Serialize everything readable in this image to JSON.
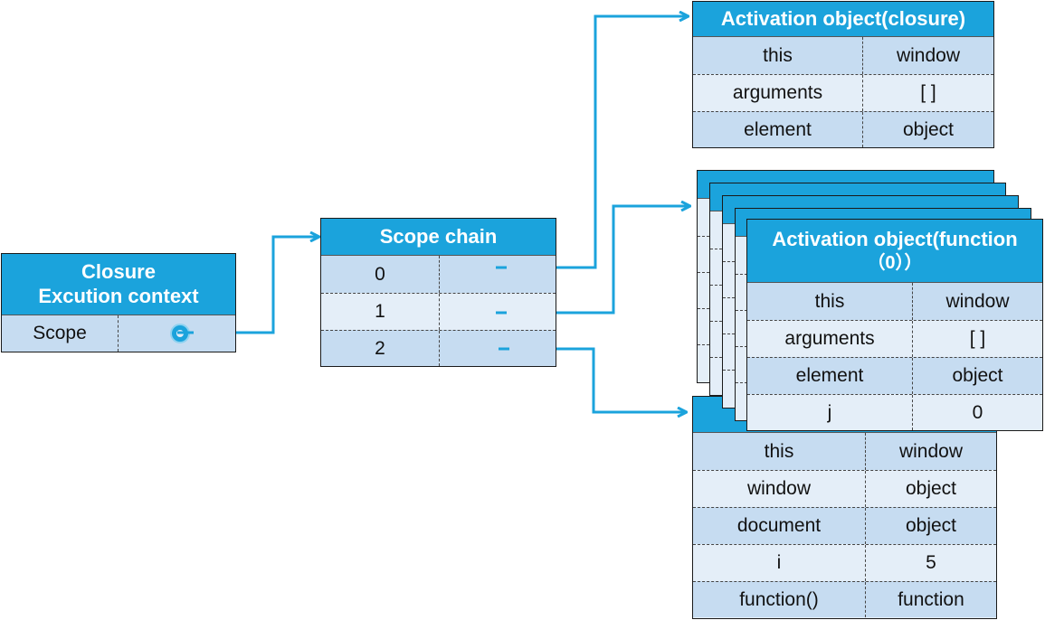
{
  "closure_ctx": {
    "title_line1": "Closure",
    "title_line2": "Excution context",
    "row_label": "Scope"
  },
  "scope_chain": {
    "title": "Scope chain",
    "rows": [
      "0",
      "1",
      "2"
    ]
  },
  "activation_closure": {
    "title": "Activation object(closure)",
    "rows": [
      {
        "key": "this",
        "value": "window"
      },
      {
        "key": "arguments",
        "value": "[ ]"
      },
      {
        "key": "element",
        "value": "object"
      }
    ]
  },
  "activation_function": {
    "title_line1": "Activation object(function",
    "title_line2": "（0））",
    "rows": [
      {
        "key": "this",
        "value": "window"
      },
      {
        "key": "arguments",
        "value": "[ ]"
      },
      {
        "key": "element",
        "value": "object"
      },
      {
        "key": "j",
        "value": "0"
      }
    ]
  },
  "global_object": {
    "rows": [
      {
        "key": "this",
        "value": "window"
      },
      {
        "key": "window",
        "value": "object"
      },
      {
        "key": "document",
        "value": "object"
      },
      {
        "key": "i",
        "value": "5"
      },
      {
        "key": "function()",
        "value": "function"
      }
    ]
  },
  "colors": {
    "header": "#1ba3dc",
    "row_dark": "#c6dcf1",
    "row_light": "#e4eef8",
    "arrow": "#1ba3dc"
  }
}
